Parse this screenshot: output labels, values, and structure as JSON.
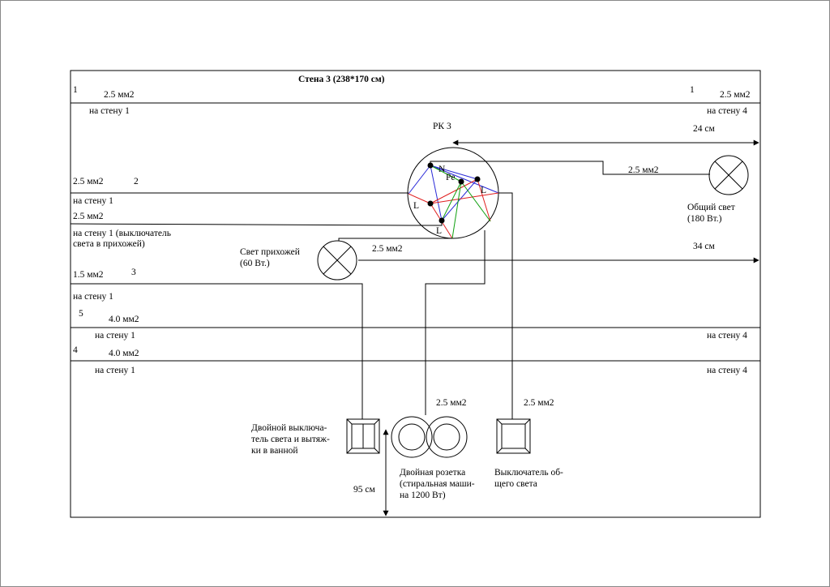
{
  "title": "Стена 3 (238*170 см)",
  "colors": {
    "blue": "#2a2ad8",
    "red": "#e02020",
    "green": "#10a010",
    "line": "#000000"
  },
  "top_band": {
    "left_num": "1",
    "left_section": "2.5 мм2",
    "right_num": "1",
    "right_section": "2.5 мм2",
    "left_dest": "на стену 1",
    "right_dest": "на стену 4"
  },
  "junction": {
    "label": "РК 3",
    "n": "N",
    "pe": "Pe",
    "l_right": "L",
    "l_left": "L",
    "l_bottom": "L"
  },
  "dims": {
    "d24": "24 см",
    "d34": "34 см",
    "d95": "95 см"
  },
  "cable2": {
    "section": "2.5 мм2",
    "num": "2",
    "dest": "на стену 1"
  },
  "cable_switch": {
    "section": "2.5 мм2",
    "dest_line1": "на стену 1 (выключатель",
    "dest_line2": "света в прихожей)"
  },
  "cable3": {
    "section": "1.5 мм2",
    "num": "3",
    "dest": "на стену 1"
  },
  "cable5": {
    "num": "5",
    "section": "4.0 мм2",
    "dest_left": "на стену 1",
    "dest_right": "на стену 4"
  },
  "cable4": {
    "num": "4",
    "section": "4.0 мм2",
    "dest_left": "на стену 1",
    "dest_right": "на стену 4"
  },
  "general_light": {
    "section": "2.5 мм2",
    "name_line1": "Общий свет",
    "name_line2": "(180 Вт.)"
  },
  "hall_light": {
    "section": "2.5 мм2",
    "name_line1": "Свет прихожей",
    "name_line2": "(60 Вт.)"
  },
  "socket": {
    "section": "2.5 мм2",
    "name_line1": "Двойная розетка",
    "name_line2": "(стиральная маши-",
    "name_line3": "на 1200 Вт)"
  },
  "general_switch": {
    "section": "2.5 мм2",
    "name_line1": "Выключатель об-",
    "name_line2": "щего света"
  },
  "bath_switch": {
    "name_line1": "Двойной выключа-",
    "name_line2": "тель света и вытяж-",
    "name_line3": "ки в ванной"
  }
}
